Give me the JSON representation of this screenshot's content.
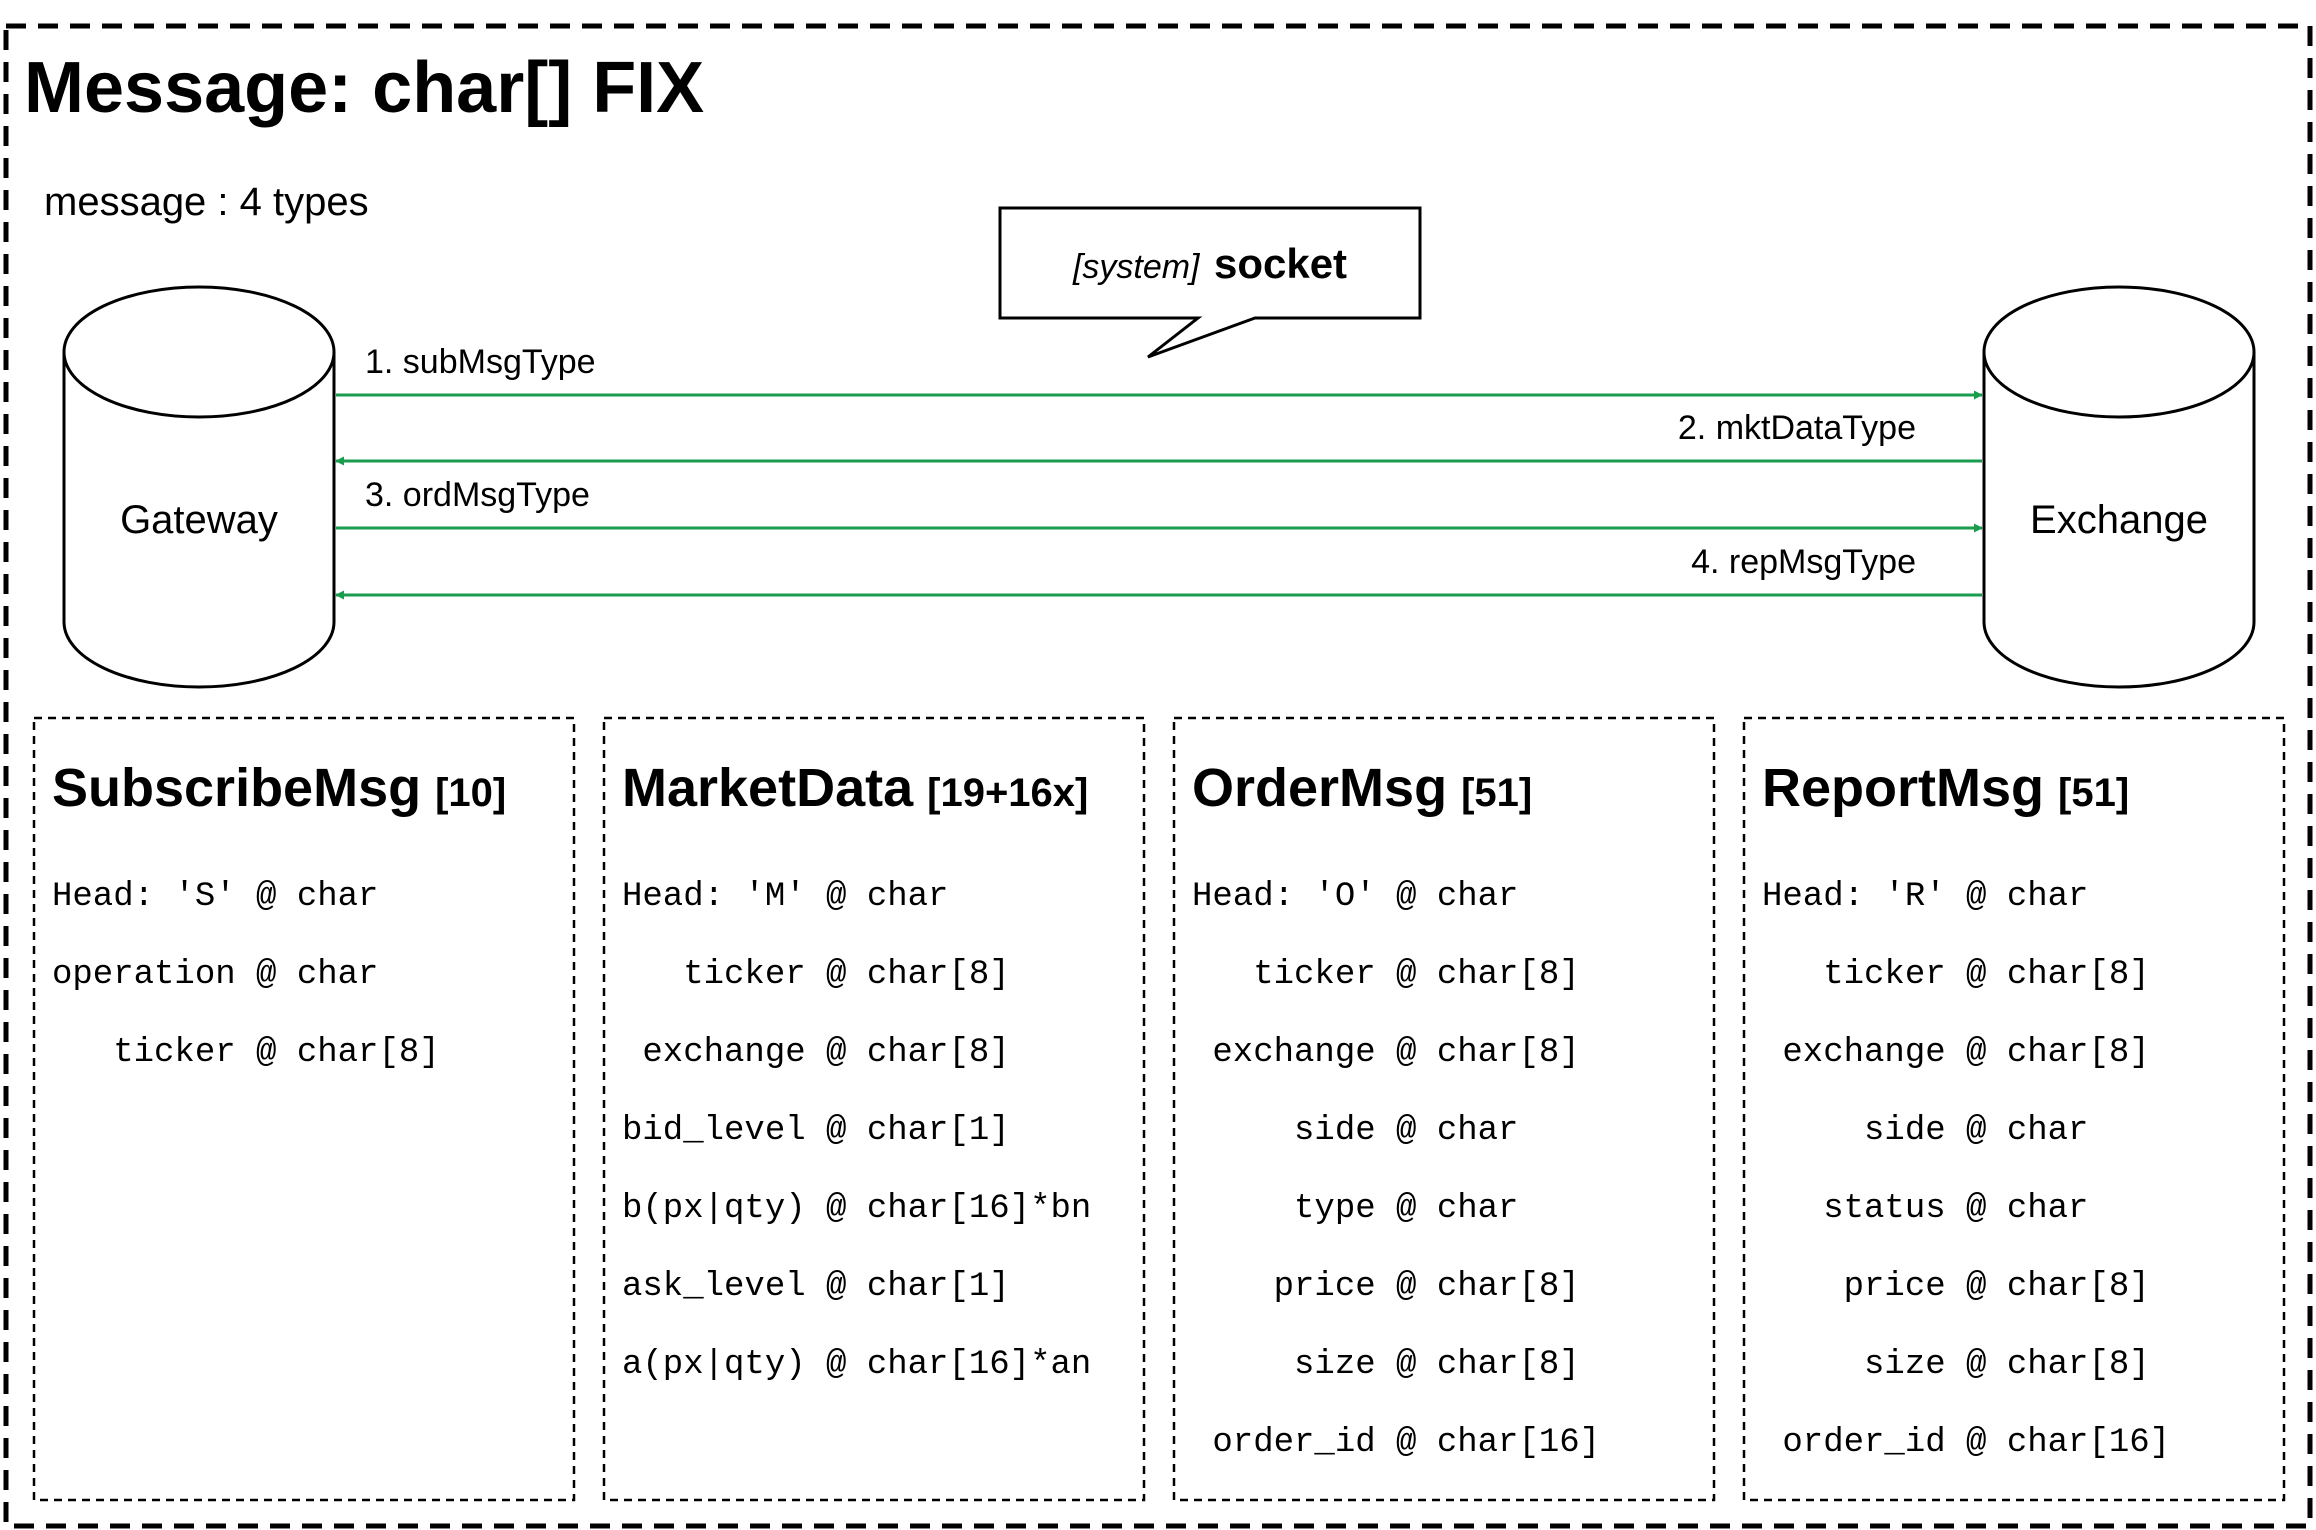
{
  "title": "Message: char[] FIX",
  "subtitle": "message : 4 types",
  "callout": {
    "prefix": "[system]",
    "label": "socket"
  },
  "nodes": {
    "left": "Gateway",
    "right": "Exchange"
  },
  "flows": [
    {
      "label": "1. subMsgType",
      "direction": "to-exchange"
    },
    {
      "label": "2. mktDataType",
      "direction": "to-gateway"
    },
    {
      "label": "3. ordMsgType",
      "direction": "to-exchange"
    },
    {
      "label": "4. repMsgType",
      "direction": "to-gateway"
    }
  ],
  "colors": {
    "arrow": "#1a9c4f",
    "border": "#000000"
  },
  "messages": [
    {
      "name": "SubscribeMsg",
      "size": "[10]",
      "fields": [
        "Head: 'S' @ char",
        "operation @ char",
        "   ticker @ char[8]"
      ]
    },
    {
      "name": "MarketData",
      "size": "[19+16x]",
      "fields": [
        "Head: 'M' @ char",
        "   ticker @ char[8]",
        " exchange @ char[8]",
        "bid_level @ char[1]",
        "b(px|qty) @ char[16]*bn",
        "ask_level @ char[1]",
        "a(px|qty) @ char[16]*an"
      ]
    },
    {
      "name": "OrderMsg",
      "size": "[51]",
      "fields": [
        "Head: 'O' @ char",
        "   ticker @ char[8]",
        " exchange @ char[8]",
        "     side @ char",
        "     type @ char",
        "    price @ char[8]",
        "     size @ char[8]",
        " order_id @ char[16]"
      ]
    },
    {
      "name": "ReportMsg",
      "size": "[51]",
      "fields": [
        "Head: 'R' @ char",
        "   ticker @ char[8]",
        " exchange @ char[8]",
        "     side @ char",
        "   status @ char",
        "    price @ char[8]",
        "     size @ char[8]",
        " order_id @ char[16]"
      ]
    }
  ]
}
